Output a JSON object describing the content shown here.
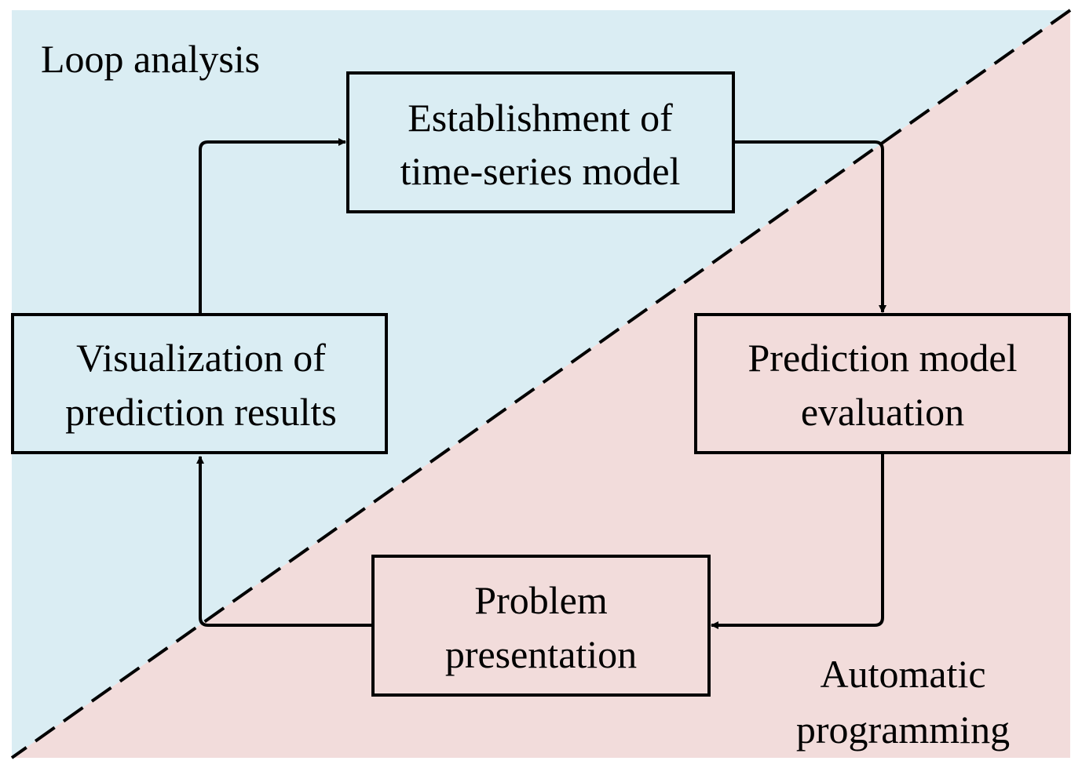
{
  "colors": {
    "upper_region": "#daedf3",
    "lower_region": "#f2dcdb",
    "stroke": "#000000"
  },
  "regions": {
    "upper_label": "Loop analysis",
    "lower_label_line1": "Automatic",
    "lower_label_line2": "programming"
  },
  "boxes": {
    "establishment": {
      "line1": "Establishment of",
      "line2": "time-series model"
    },
    "evaluation": {
      "line1": "Prediction model",
      "line2": "evaluation"
    },
    "problem": {
      "line1": "Problem",
      "line2": "presentation"
    },
    "visualization": {
      "line1": "Visualization of",
      "line2": "prediction results"
    }
  },
  "flow": [
    {
      "from": "visualization",
      "to": "establishment"
    },
    {
      "from": "establishment",
      "to": "evaluation"
    },
    {
      "from": "evaluation",
      "to": "problem"
    },
    {
      "from": "problem",
      "to": "visualization"
    }
  ]
}
